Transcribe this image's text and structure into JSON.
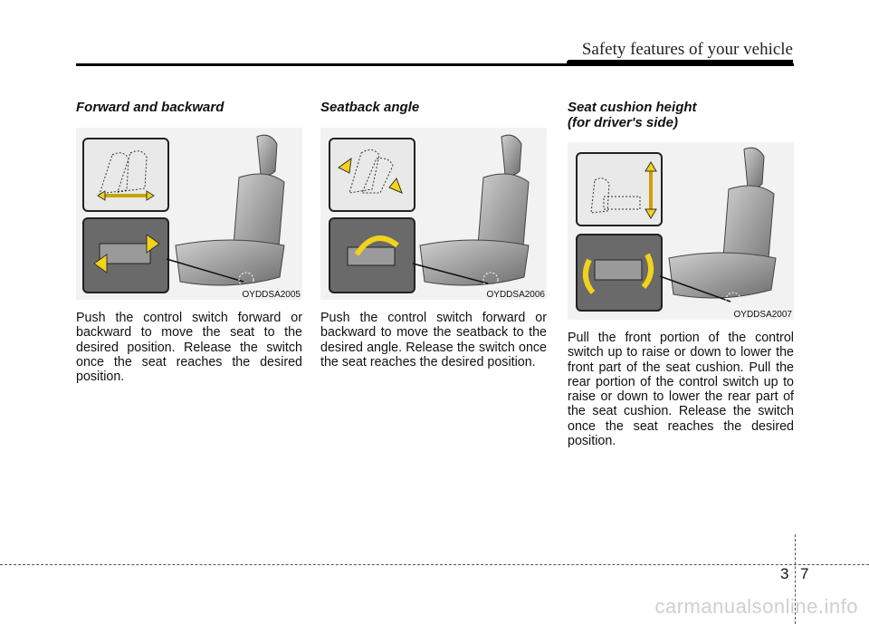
{
  "header": {
    "title": "Safety features of your vehicle"
  },
  "sections": [
    {
      "title": "Forward and backward",
      "code": "OYDDSA2005",
      "text": "Push the control switch forward or backward to move the seat to the desired position. Release the switch once the seat reaches the desired position."
    },
    {
      "title": "Seatback angle",
      "code": "OYDDSA2006",
      "text": "Push the control switch forward or backward to move the seatback to the desired angle. Release the switch once the seat reaches the desired position."
    },
    {
      "title_line1": "Seat cushion height",
      "title_line2": "(for driver's side)",
      "code": "OYDDSA2007",
      "text": "Pull the front portion of the control switch up to raise or down to lower the front part of the seat cushion. Pull the rear portion of the control switch up to raise or down to lower the rear part of the seat cushion. Release the switch once the seat reaches the desired position."
    }
  ],
  "footer": {
    "chapter": "3",
    "page": "7",
    "watermark": "carmanualsonline.info"
  },
  "colors": {
    "arrow": "#f2d21a",
    "seat": "#8a8a8a"
  }
}
